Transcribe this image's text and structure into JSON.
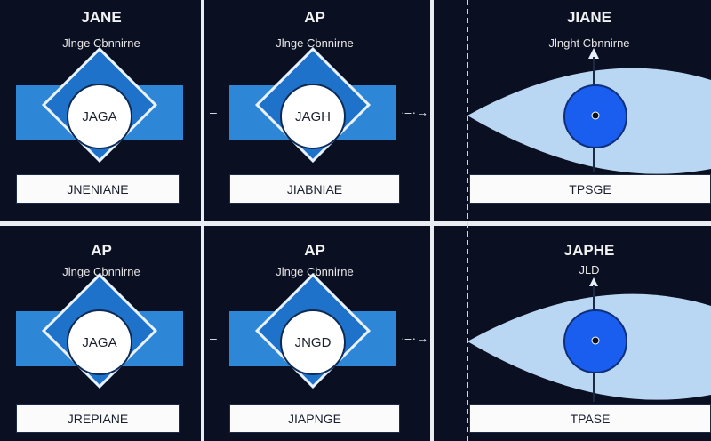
{
  "panels": [
    {
      "title": "JANE",
      "subtitle": "Jlnge Cbnnirne",
      "circle": "JAGA",
      "box": "JNENIANE"
    },
    {
      "title": "AP",
      "subtitle": "Jlnge Cbnnirne",
      "circle": "JAGH",
      "box": "JIABNIAE"
    },
    {
      "title": "JIANE",
      "subtitle": "Jlnght Cbnnirne",
      "box": "TPSGE"
    },
    {
      "title": "AP",
      "subtitle": "Jlnge Cbnnirne",
      "circle": "JAGA",
      "box": "JREPIANE"
    },
    {
      "title": "AP",
      "subtitle": "Jlnge Cbnnirne",
      "circle": "JNGD",
      "box": "JIAPNGE"
    },
    {
      "title": "JAPHE",
      "subtitle": "JLD",
      "box": "TPASE"
    }
  ],
  "colors": {
    "background": "#0b0f22",
    "divider": "#e9edf2",
    "rect_blue": "#2e86d6",
    "diamond_blue": "#1f72c9",
    "eye_light": "#b9d6f3",
    "pupil_blue": "#1a5ef0"
  }
}
